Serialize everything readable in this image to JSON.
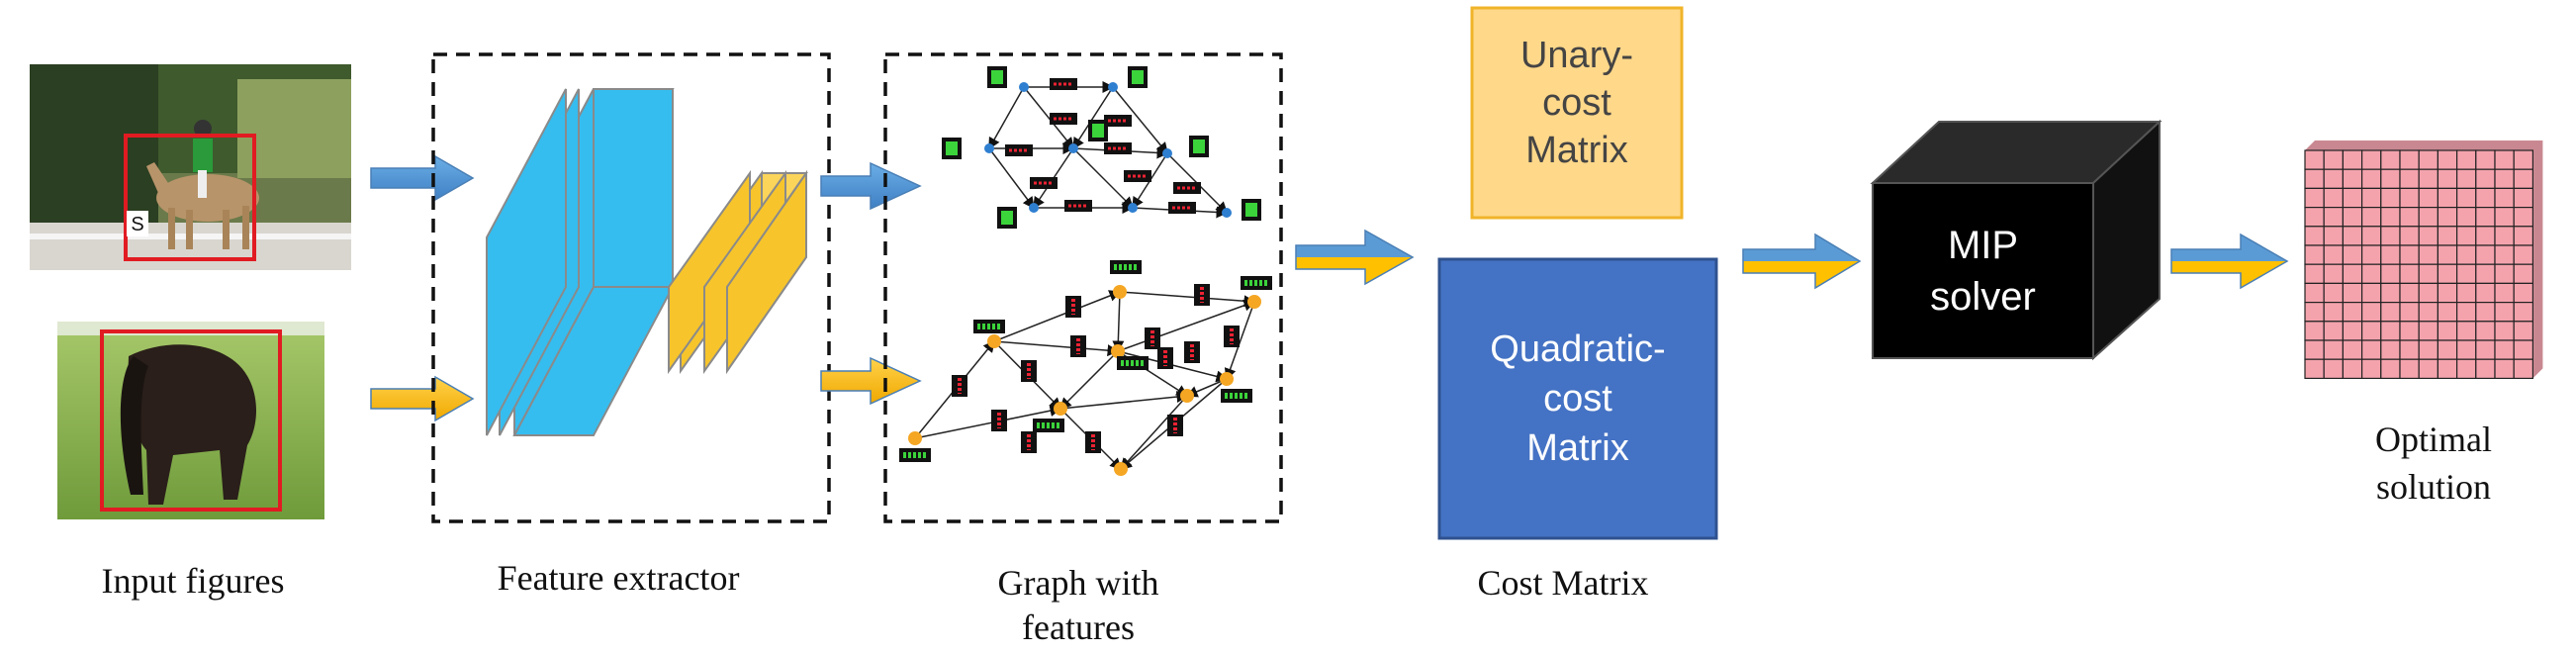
{
  "labels": {
    "input_figures": "Input figures",
    "feature_extractor": "Feature extractor",
    "graph_line1": "Graph with",
    "graph_line2": "features",
    "cost_matrix": "Cost Matrix",
    "optimal_line1": "Optimal",
    "optimal_line2": "solution"
  },
  "unary_box": {
    "lines": [
      "Unary-",
      "cost",
      "Matrix"
    ]
  },
  "quadratic_box": {
    "lines": [
      "Quadratic-",
      "cost",
      "Matrix"
    ]
  },
  "mip_box": {
    "lines": [
      "MIP",
      "solver"
    ]
  },
  "source_marker": "S",
  "colors": {
    "blue_arrow": "#5b9bd5",
    "yellow_arrow": "#ffc000",
    "layer_blue": "#35bdf0",
    "layer_yellow": "#f7c52b",
    "unary_fill": "#ffd88a",
    "quadratic_fill": "#4472c4",
    "mip_fill": "#000000",
    "grid_fill": "#f4a3ad",
    "bbox_red": "#e11b22",
    "graph_blue_node": "#2f7fd1",
    "graph_orange_node": "#f5a623"
  }
}
